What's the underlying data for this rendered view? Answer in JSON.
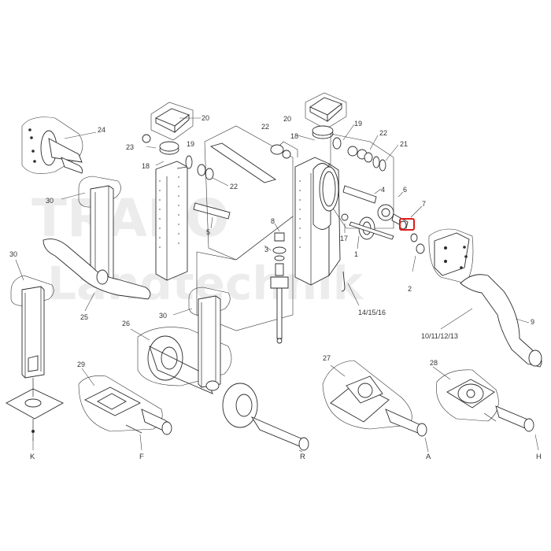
{
  "watermark": {
    "line1": "TRAPO",
    "line2": "Landtechnik"
  },
  "highlight": {
    "color": "#e01b1b",
    "part": "7"
  },
  "labels": {
    "p1": "1",
    "p2": "2",
    "p3": "3",
    "p4": "4",
    "p5": "5",
    "p6": "6",
    "p7": "7",
    "p8": "8",
    "p9": "9",
    "p10_13": "10/11/12/13",
    "p14_16": "14/15/16",
    "p17": "17",
    "p18": "18",
    "p19a": "19",
    "p19b": "19",
    "p20a": "20",
    "p20b": "20",
    "p21": "21",
    "p22a": "22",
    "p22b": "22",
    "p22c": "22",
    "p23": "23",
    "p24": "24",
    "p25": "25",
    "p26": "26",
    "p27": "27",
    "p28": "28",
    "p29": "29",
    "p30a": "30",
    "p30b": "30",
    "p30c": "30",
    "vK": "K",
    "vF": "F",
    "vR": "R",
    "vA": "A",
    "vH": "H"
  }
}
